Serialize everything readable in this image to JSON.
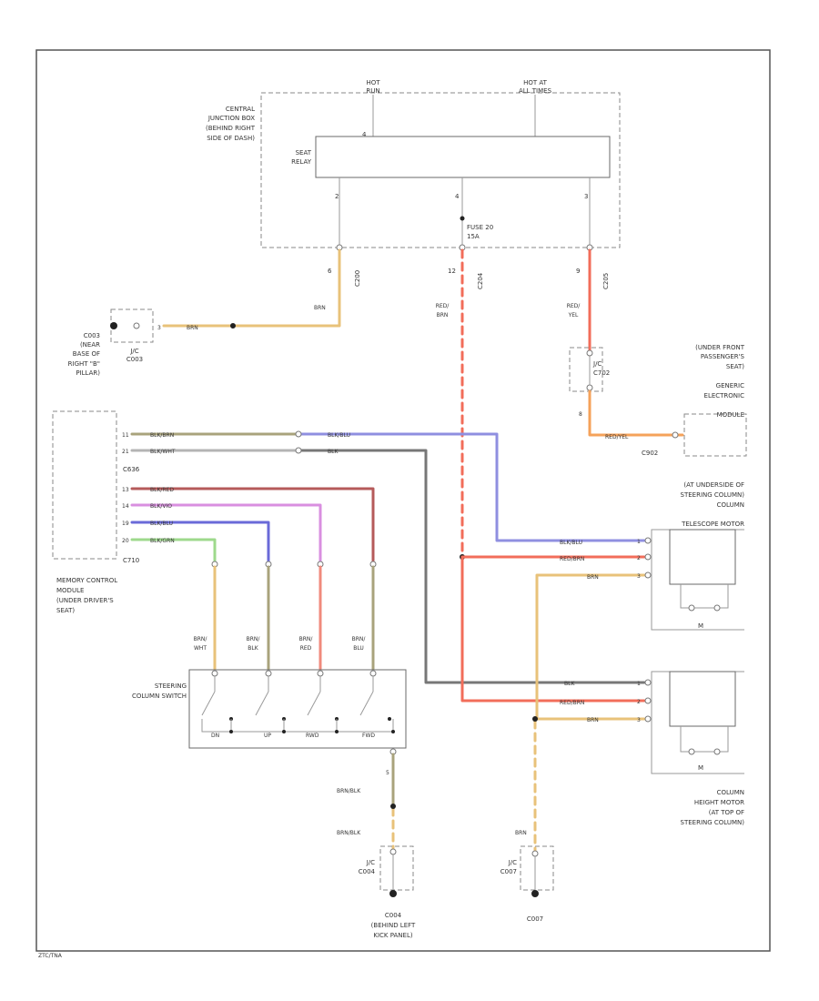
{
  "labels": {
    "hot_run": [
      "HOT",
      "RUN"
    ],
    "hot_all_times": [
      "HOT AT",
      "ALL TIMES"
    ],
    "central_junction_box": [
      "CENTRAL",
      "JUNCTION BOX",
      "(BEHIND RIGHT",
      "SIDE OF DASH)"
    ],
    "seat_relay": [
      "SEAT",
      "RELAY"
    ],
    "fuse": "FUSE 20",
    "fuse_amp": "15A",
    "jc_c003": [
      "J/C",
      "C003"
    ],
    "c003_desc": [
      "C003",
      "(NEAR",
      "BASE OF",
      "RIGHT \"B\"",
      "PILLAR)"
    ],
    "memory_module": [
      "MEMORY CONTROL",
      "MODULE",
      "(UNDER DRIVER'S",
      "SEAT)"
    ],
    "jc_c702": [
      "J/C",
      "C702"
    ],
    "front_seat_module": [
      "(UNDER FRONT",
      "PASSENGER'S",
      "SEAT)",
      "GENERIC",
      "ELECTRONIC",
      "MODULE"
    ],
    "c902": "C902",
    "c636": "C636",
    "c710": "C710",
    "telescope_motor": [
      "(AT UNDERSIDE OF",
      "STEERING COLUMN)",
      "COLUMN",
      "TELESCOPE MOTOR"
    ],
    "height_motor": [
      "COLUMN",
      "HEIGHT MOTOR",
      "(AT TOP OF",
      "STEERING COLUMN)"
    ],
    "steering_switch": [
      "STEERING",
      "COLUMN SWITCH"
    ],
    "switch_positions": [
      "DN",
      "UP",
      "RWD",
      "FWD"
    ],
    "jc_c004": [
      "J/C",
      "C004"
    ],
    "c004_desc": [
      "C004",
      "(BEHIND LEFT",
      "KICK PANEL)"
    ],
    "jc_c007": [
      "J/C",
      "C007"
    ],
    "c007": "C007",
    "ground": "M",
    "footer": "ZTC/TNA",
    "connectors": {
      "c200": "C200",
      "c204": "C204",
      "c205": "C205"
    }
  },
  "wires": {
    "brn": "BRN",
    "red_brn": [
      "RED/",
      "BRN"
    ],
    "red_yel": [
      "RED/",
      "YEL"
    ],
    "red_yel_c902": "RED/YEL",
    "blk_brn": "BLK/BRN",
    "blk_wht": "BLK/WHT",
    "blk_blu": "BLK/BLU",
    "blk": "BLK",
    "blk_red": "BLK/RED",
    "blk_vio": "BLK/VIO",
    "blk_grn": "BLK/GRN",
    "brn_wht": [
      "BRN/",
      "WHT"
    ],
    "brn_blk": [
      "BRN/",
      "BLK"
    ],
    "brn_red": [
      "BRN/",
      "RED"
    ],
    "brn_blu": [
      "BRN/",
      "BLU"
    ],
    "brn_blk_lower": "BRN/BLK",
    "red_brn_h": "RED/BRN"
  },
  "pins": {
    "relay_left": "2",
    "relay_mid": "4",
    "relay_right": "3",
    "c200": "6",
    "c204": "12",
    "c205": "9",
    "c702": "8",
    "mcm": [
      "11",
      "21",
      "13",
      "14",
      "19",
      "20"
    ],
    "switch_bottom": "5",
    "motor": [
      "1",
      "2",
      "3"
    ]
  },
  "colors": {
    "brn": "#e8c27a",
    "red": "#f26d5a",
    "red_light": "#f08a7c",
    "orange": "#f5a25a",
    "blue": "#8f8fe0",
    "blue_dark": "#6a6ad8",
    "grey": "#777777",
    "olive": "#a9a37c",
    "light_grey": "#b4b4b4",
    "maroon": "#b55a5a",
    "violet": "#d98fe0",
    "green": "#9ed98c"
  }
}
